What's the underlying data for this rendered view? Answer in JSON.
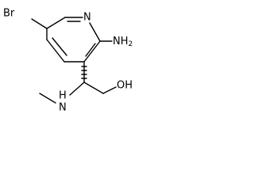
{
  "molecule": {
    "atoms": {
      "br": "Br",
      "n_ring": "N",
      "nh2": "NH2",
      "nh": "H\nN",
      "oh": "OH"
    },
    "labels": {
      "br_text": "Br",
      "n_ring_text": "N",
      "nh2_n": "NH",
      "nh2_sub": "2",
      "nh_h": "H",
      "nh_n": "N",
      "oh_text": "OH"
    },
    "colors": {
      "bond": "#000000",
      "text": "#000000",
      "background": "#ffffff"
    }
  }
}
